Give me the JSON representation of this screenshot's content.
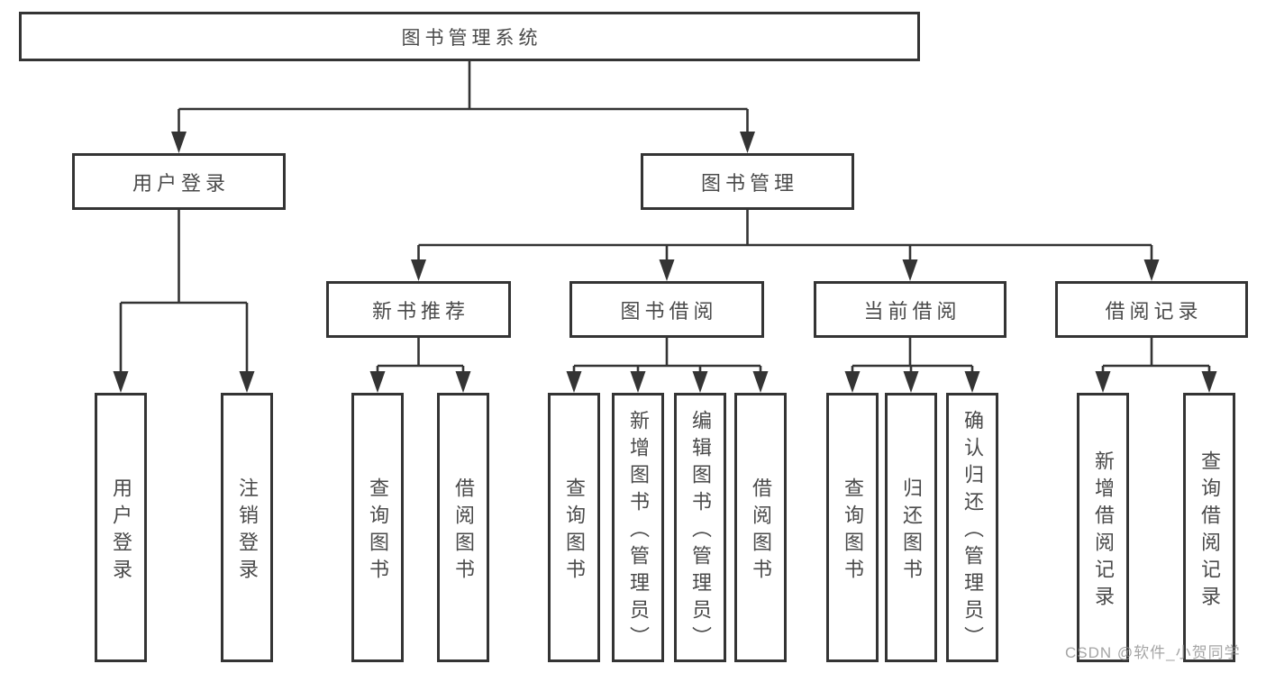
{
  "root": {
    "label": "图书管理系统"
  },
  "level2": [
    {
      "label": "用户登录"
    },
    {
      "label": "图书管理"
    }
  ],
  "level3": [
    {
      "label": "新书推荐"
    },
    {
      "label": "图书借阅"
    },
    {
      "label": "当前借阅"
    },
    {
      "label": "借阅记录"
    }
  ],
  "leaves": {
    "user": [
      "用户登录",
      "注销登录"
    ],
    "recommend": [
      "查询图书",
      "借阅图书"
    ],
    "borrow": [
      "查询图书",
      "新增图书（管理员）",
      "编辑图书（管理员）",
      "借阅图书"
    ],
    "current": [
      "查询图书",
      "归还图书",
      "确认归还（管理员）"
    ],
    "records": [
      "新增借阅记录",
      "查询借阅记录"
    ]
  },
  "watermark": "CSDN @软件_小贺同学",
  "colors": {
    "line": "#343434",
    "text": "#4a4a4a",
    "box_background": "#ffffff",
    "watermark": "#8f8f8f"
  }
}
